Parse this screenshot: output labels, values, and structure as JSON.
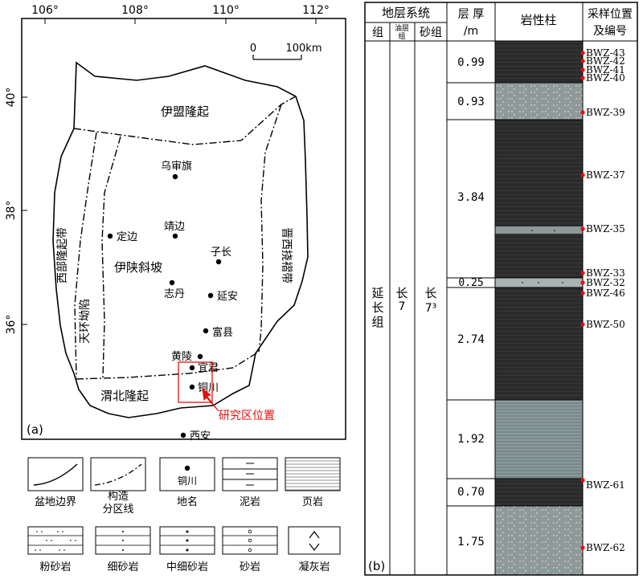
{
  "map": {
    "lon_ticks": [
      "106°",
      "108°",
      "110°",
      "112°"
    ],
    "lat_ticks": [
      "40°",
      "38°",
      "36°"
    ],
    "scale_left": "0",
    "scale_right": "100km",
    "panel_label": "(a)",
    "regions": {
      "yimeng": "伊盟隆起",
      "xibu": "西部隆起带",
      "tianhuan": "天环坳陷",
      "yishan": "伊陕斜坡",
      "jinxi": "晋西挠褶带",
      "weibei": "渭北隆起"
    },
    "cities": {
      "wushenqi": "乌审旗",
      "dingbian": "定边",
      "jingbian": "靖边",
      "zichang": "子长",
      "zhidan": "志丹",
      "yanan": "延安",
      "fuxian": "富县",
      "huangling": "黄陵",
      "yijun": "宜君",
      "tongchuan": "铜川",
      "xian": "西安"
    },
    "study_area": "研究区位置"
  },
  "legend": {
    "items": [
      {
        "label": "盆地边界"
      },
      {
        "label": "构造\n分区线"
      },
      {
        "label": "地名",
        "sample": "铜川"
      },
      {
        "label": "泥岩"
      },
      {
        "label": "页岩"
      },
      {
        "label": "粉砂岩"
      },
      {
        "label": "细砂岩"
      },
      {
        "label": "中细砂岩"
      },
      {
        "label": "砂岩"
      },
      {
        "label": "凝灰岩"
      }
    ]
  },
  "column": {
    "headers": {
      "system": "地层系统",
      "group": "组",
      "oil_layer": "油层组",
      "sand_group": "砂组",
      "thickness": "层 厚\n/m",
      "lithology": "岩性柱",
      "sample": "采样位置\n及编号"
    },
    "strata": {
      "group": "延长组",
      "oil_layer": "长7",
      "sand_group": "长7³"
    },
    "thicknesses": [
      "0.99",
      "0.93",
      "3.84",
      "0.25",
      "2.74",
      "1.92",
      "0.70",
      "1.75"
    ],
    "samples": [
      "BWZ-43",
      "BWZ-42",
      "BWZ-41",
      "BWZ-40",
      "BWZ-39",
      "BWZ-37",
      "BWZ-35",
      "BWZ-33",
      "BWZ-32",
      "BWZ-46",
      "BWZ-50",
      "BWZ-61",
      "BWZ-62"
    ],
    "panel_label": "(b)",
    "colors": {
      "mudstone": "#2b2b2b",
      "siltstone": "#8e9a9a",
      "shale": "#8a9a9a",
      "sample_dot": "#ff0000"
    }
  }
}
